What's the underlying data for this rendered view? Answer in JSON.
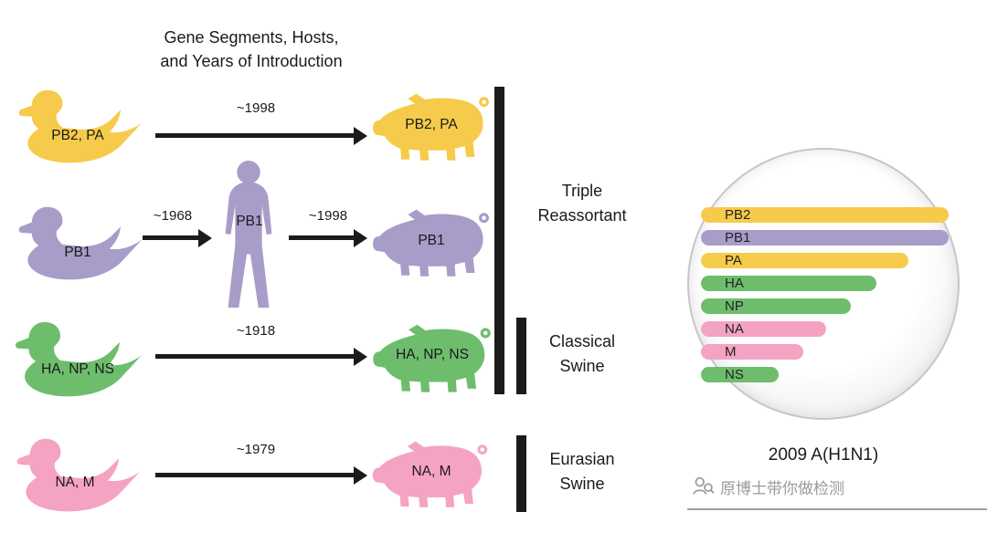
{
  "title": {
    "line1": "Gene Segments, Hosts,",
    "line2": "and Years of Introduction"
  },
  "colors": {
    "yellow": "#F6CB4B",
    "purple": "#A89CC9",
    "green": "#6EBD6D",
    "pink": "#F5A3C3",
    "ink": "#1B1B1B",
    "watermark": "#9A9A9A"
  },
  "rows": [
    {
      "duck_label": "PB2, PA",
      "year": "~1998",
      "pig_label": "PB2, PA",
      "color": "yellow"
    },
    {
      "duck_label": "PB1",
      "year_duck_to_human": "~1968",
      "human_label": "PB1",
      "year_human_to_pig": "~1998",
      "pig_label": "PB1",
      "color": "purple"
    },
    {
      "duck_label": "HA, NP, NS",
      "year": "~1918",
      "pig_label": "HA, NP, NS",
      "color": "green"
    },
    {
      "duck_label": "NA, M",
      "year": "~1979",
      "pig_label": "NA, M",
      "color": "pink"
    }
  ],
  "groups": [
    {
      "label": "Triple\nReassortant"
    },
    {
      "label": "Classical\nSwine"
    },
    {
      "label": "Eurasian\nSwine"
    }
  ],
  "virus": {
    "caption": "2009 A(H1N1)",
    "segments": [
      {
        "label": "PB2",
        "color": "yellow",
        "width_pct": 99
      },
      {
        "label": "PB1",
        "color": "purple",
        "width_pct": 99
      },
      {
        "label": "PA",
        "color": "yellow",
        "width_pct": 83
      },
      {
        "label": "HA",
        "color": "green",
        "width_pct": 70
      },
      {
        "label": "NP",
        "color": "green",
        "width_pct": 60
      },
      {
        "label": "NA",
        "color": "pink",
        "width_pct": 50
      },
      {
        "label": "M",
        "color": "pink",
        "width_pct": 41
      },
      {
        "label": "NS",
        "color": "green",
        "width_pct": 31
      }
    ]
  },
  "watermark": {
    "text": "原博士带你做检测"
  }
}
